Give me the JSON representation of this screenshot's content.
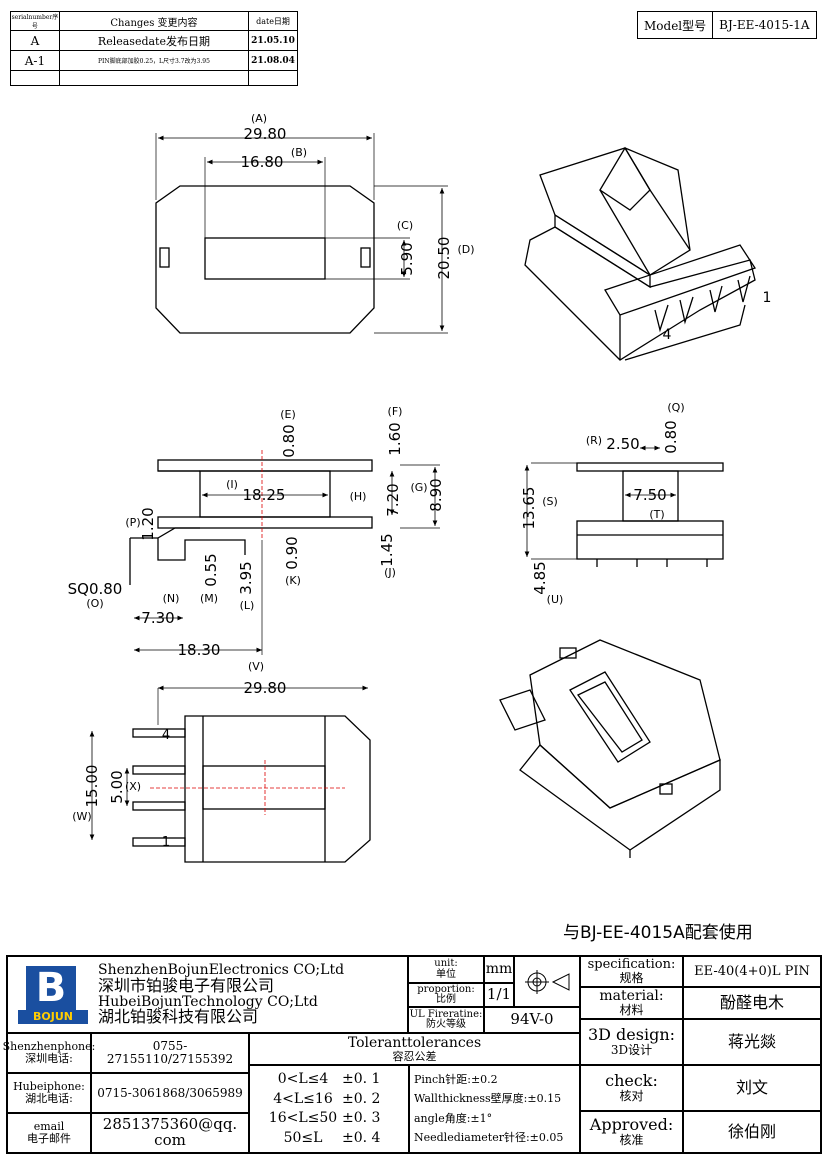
{
  "revision": {
    "headers": [
      "serialnumber序号",
      "Changes 变更内容",
      "date日期"
    ],
    "rows": [
      {
        "serial": "A",
        "change": "Releasedate发布日期",
        "date": "21.05.10"
      },
      {
        "serial": "A-1",
        "change": "PIN脚底部加胶0.25，L尺寸3.7改为3.95",
        "date": "21.08.04"
      }
    ]
  },
  "model": {
    "label": "Model型号",
    "value": "BJ-EE-4015-1A"
  },
  "drawing": {
    "top_view": {
      "A_label": "(A)",
      "A": "29.80",
      "B_label": "(B)",
      "B": "16.80",
      "C_label": "(C)",
      "C": "5.90",
      "D_label": "(D)",
      "D": "20.50"
    },
    "side_view": {
      "E_label": "(E)",
      "E": "0.80",
      "F_label": "(F)",
      "F": "1.60",
      "G_label": "(G)",
      "G": "8.90",
      "H_label": "(H)",
      "H": "7.20",
      "I_label": "(I)",
      "I": "18.25",
      "J_label": "(J)",
      "J": "1.45",
      "K_label": "(K)",
      "K": "0.90",
      "L_label": "(L)",
      "L": "3.95",
      "M_label": "(M)",
      "M": "0.55",
      "N_label": "(N)",
      "N": "7.30",
      "O_label": "(O)",
      "O": "SQ0.80",
      "P_label": "(P)",
      "P": "1.20",
      "V_label": "(V)",
      "V": "18.30"
    },
    "end_view": {
      "Q_label": "(Q)",
      "Q": "0.80",
      "R_label": "(R)",
      "R": "2.50",
      "S_label": "(S)",
      "S": "13.65",
      "T_label": "(T)",
      "T": "7.50",
      "U_label": "(U)",
      "U": "4.85"
    },
    "bottom_view": {
      "width": "29.80",
      "W_label": "(W)",
      "W": "15.00",
      "X_label": "(X)",
      "X": "5.00",
      "pin_first": "4",
      "pin_last": "1"
    },
    "iso_pin_labels": {
      "left": "4",
      "right": "1"
    }
  },
  "note": "与BJ-EE-4015A配套使用",
  "company": {
    "name_en_1": "ShenzhenBojunElectronics CO;Ltd",
    "name_cn_1": "深圳市铂骏电子有限公司",
    "name_en_2": "HubeiBojunTechnology CO;Ltd",
    "name_cn_2": "湖北铂骏科技有限公司",
    "logo_text": "BOJUN",
    "logo_letter": "B"
  },
  "contacts": [
    {
      "label_en": "Shenzhenphone:",
      "label_cn": "深圳电话:",
      "value": "0755-27155110/27155392"
    },
    {
      "label_en": "Hubeiphone:",
      "label_cn": "湖北电话:",
      "value": "0715-3061868/3065989"
    },
    {
      "label_en": "email",
      "label_cn": "电子邮件",
      "value": "2851375360@qq. com"
    }
  ],
  "unit": {
    "label_en": "unit:",
    "label_cn": "单位",
    "value": "mm"
  },
  "proportion": {
    "label_en": "proportion:",
    "label_cn": "比例",
    "value": "1/1"
  },
  "ul": {
    "label_en": "UL Fireratine:",
    "label_cn": "防火等级",
    "value": "94V-0"
  },
  "tolerances": {
    "title_en": "Toleranttolerances",
    "title_cn": "容忍公差",
    "ranges": [
      "0<L≤4",
      "4<L≤16",
      "16<L≤50",
      "50≤L"
    ],
    "values": [
      "±0. 1",
      "±0. 2",
      "±0. 3",
      "±0. 4"
    ],
    "pinch": "Pinch针距:±0.2",
    "wall": "Wallthickness壁厚度:±0.15",
    "angle": "angle角度:±1°",
    "needle": "Needlediameter针径:±0.05"
  },
  "spec": {
    "label_en": "specification:",
    "label_cn": "规格",
    "value": "EE-40(4+0)L PIN"
  },
  "material": {
    "label_en": "material:",
    "label_cn": "材料",
    "value": "酚醛电木"
  },
  "design": {
    "label_en": "3D design:",
    "label_cn": "3D设计",
    "value": "蒋光燚"
  },
  "check": {
    "label_en": "check:",
    "label_cn": "核对",
    "value": "刘文"
  },
  "approved": {
    "label_en": "Approved:",
    "label_cn": "核准",
    "value": "徐伯刚"
  }
}
